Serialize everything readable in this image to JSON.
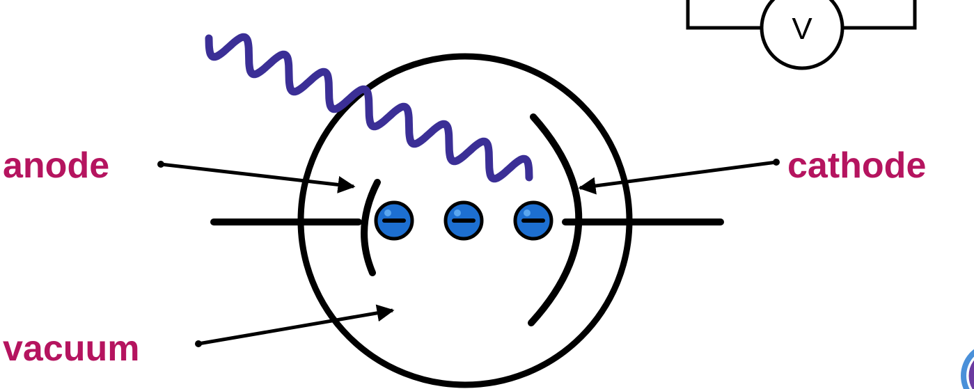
{
  "diagram": {
    "labels": {
      "anode": "anode",
      "cathode": "cathode",
      "vacuum": "vacuum"
    },
    "voltmeter": {
      "symbol": "V"
    },
    "electron_count": 3,
    "colors": {
      "label": "#b5145f",
      "photon": "#3b2f96",
      "electron": "#1d6fd1",
      "electron_light": "#5aa6ef",
      "line": "#000000",
      "logo_purple": "#6a3aa0",
      "logo_blue": "#4a90d9"
    }
  }
}
